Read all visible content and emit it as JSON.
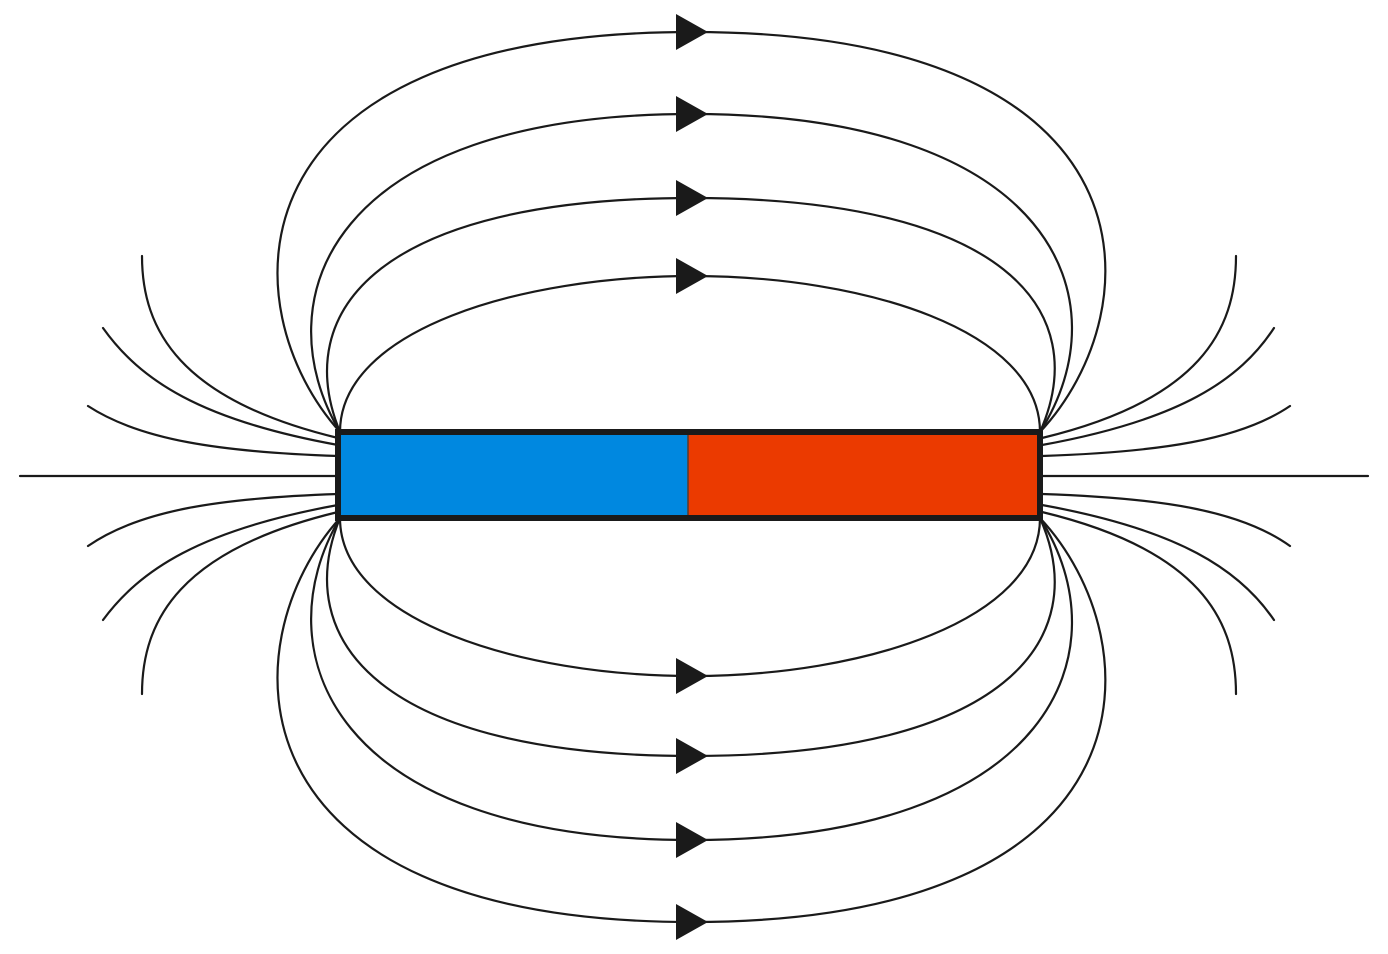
{
  "magnet": {
    "left_pole_color": "#0088e0",
    "right_pole_color": "#eb3a00",
    "outline_color": "#1a1a1a"
  },
  "field_lines": {
    "color": "#1a1a1a",
    "closed_loops_above": 4,
    "closed_loops_below": 4,
    "open_lines_per_end": 7,
    "arrow_direction": "left-to-right"
  }
}
